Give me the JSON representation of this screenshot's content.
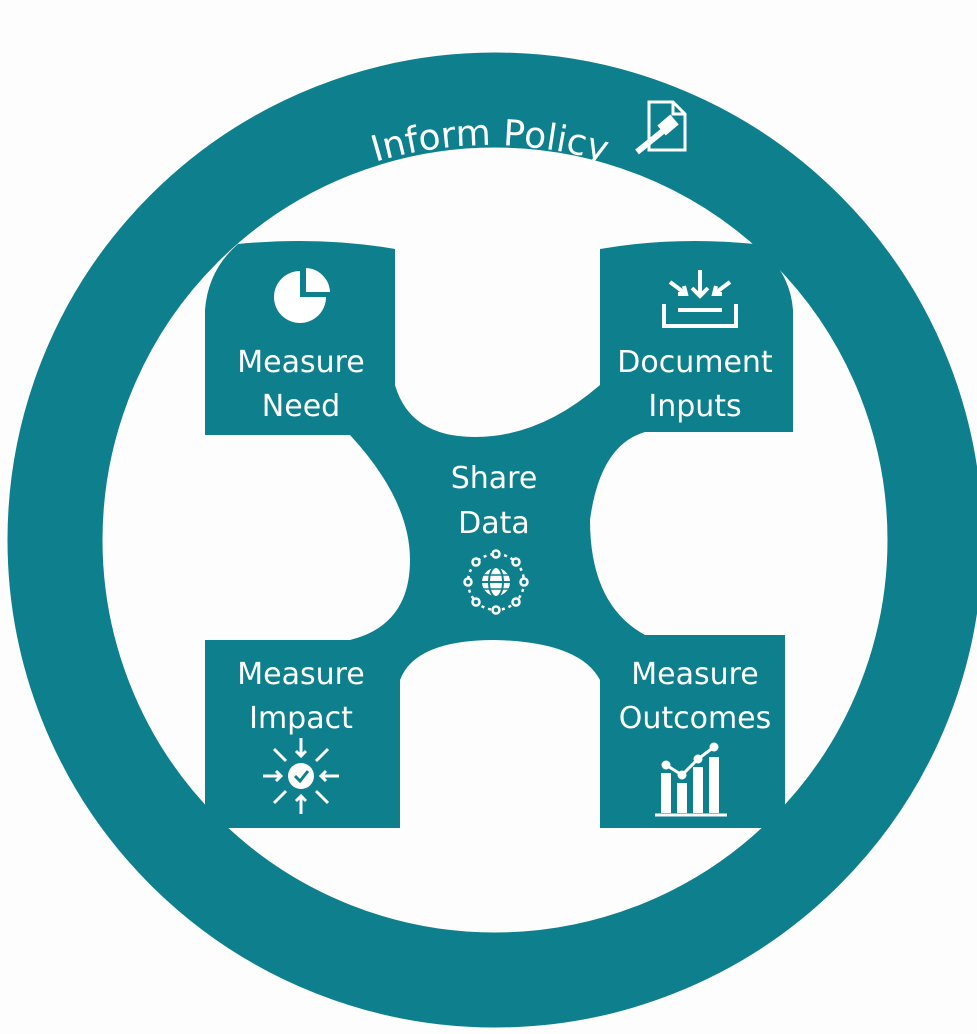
{
  "ring": {
    "label": "Inform Policy",
    "icon": "gavel-document-icon",
    "color": "#0e7f8c"
  },
  "background": "#fdfdfd",
  "nodes": {
    "measure_need": {
      "line1": "Measure",
      "line2": "Need",
      "icon": "pie-chart-icon"
    },
    "document_inputs": {
      "line1": "Document",
      "line2": "Inputs",
      "icon": "inbox-arrows-icon"
    },
    "share_data": {
      "line1": "Share",
      "line2": "Data",
      "icon": "globe-network-icon"
    },
    "measure_impact": {
      "line1": "Measure",
      "line2": "Impact",
      "icon": "checkmark-burst-icon"
    },
    "measure_outcomes": {
      "line1": "Measure",
      "line2": "Outcomes",
      "icon": "bar-line-chart-icon"
    }
  }
}
